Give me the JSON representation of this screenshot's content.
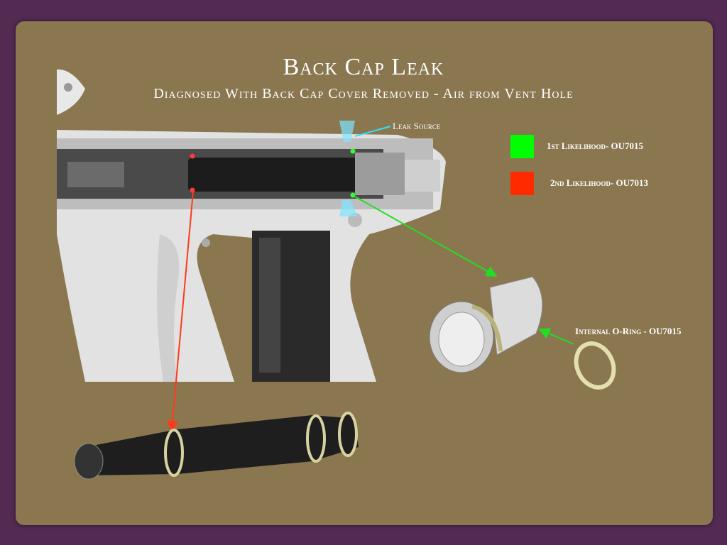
{
  "title": "Back Cap Leak",
  "subtitle": "Diagnosed With Back Cap Cover Removed - Air from Vent Hole",
  "leak_label": "Leak Source",
  "legend": [
    {
      "label": "1st Likelihood- OU7015",
      "color": "#00ff00"
    },
    {
      "label": "2nd Likelihood- OU7013",
      "color": "#ff2a00"
    }
  ],
  "part_label": "Internal O-Ring - OU7015"
}
